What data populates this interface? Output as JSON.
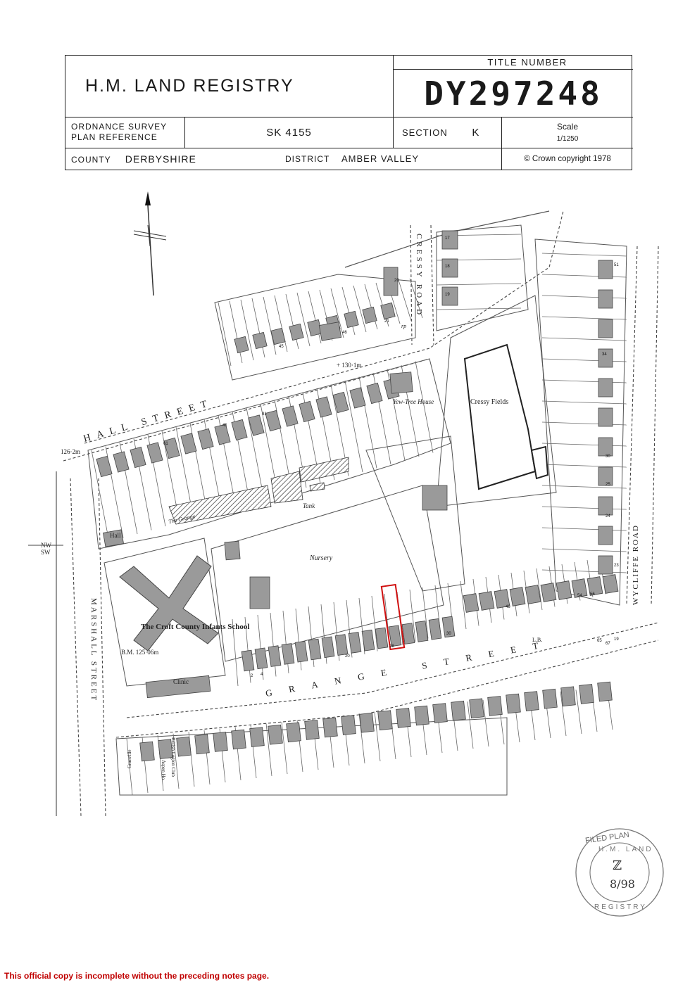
{
  "header": {
    "registry": "H.M. LAND REGISTRY",
    "title_number_label": "TITLE NUMBER",
    "title_number": "DY297248",
    "os_label_line1": "ORDNANCE SURVEY",
    "os_label_line2": "PLAN REFERENCE",
    "plan_reference": "SK 4155",
    "section_label": "SECTION",
    "section_value": "K",
    "scale_label": "Scale",
    "scale_value": "1/1250",
    "county_label": "COUNTY",
    "county_value": "DERBYSHIRE",
    "district_label": "DISTRICT",
    "district_value": "AMBER VALLEY",
    "copyright": "©  Crown copyright 1978"
  },
  "map": {
    "streets": [
      "HALL STREET",
      "CRESSY ROAD",
      "WYCLIFFE ROAD",
      "MARSHALL STREET",
      "GRANGE STREET"
    ],
    "buildings": [
      "Yew-Tree House",
      "Cressy Fields",
      "Nursery",
      "Tank",
      "The Grange",
      "Hall",
      "The Croft County Infants School",
      "Clinic",
      "British Legion Club",
      "Aspen Ho",
      "Granville"
    ],
    "spot_heights": [
      "+ 130·1m",
      "126·2m",
      "B.M. 125·06m"
    ],
    "orientation_labels": [
      "NW",
      "SW"
    ],
    "misc_labels": [
      "rp",
      "L.B."
    ],
    "house_numbers": [
      "17",
      "18",
      "19",
      "20",
      "21",
      "46",
      "45",
      "41",
      "61",
      "81",
      "51",
      "34",
      "30",
      "25",
      "24",
      "23",
      "2",
      "4",
      "20",
      "28",
      "30",
      "46",
      "54",
      "56",
      "65",
      "19",
      "67"
    ]
  },
  "stamp": {
    "top": "FILED PLAN",
    "ring1": "H.M. LAND",
    "ring2": "REGISTRY",
    "initials": "ℤ",
    "date": "8/98"
  },
  "footer": "This official copy is incomplete without the preceding notes page."
}
